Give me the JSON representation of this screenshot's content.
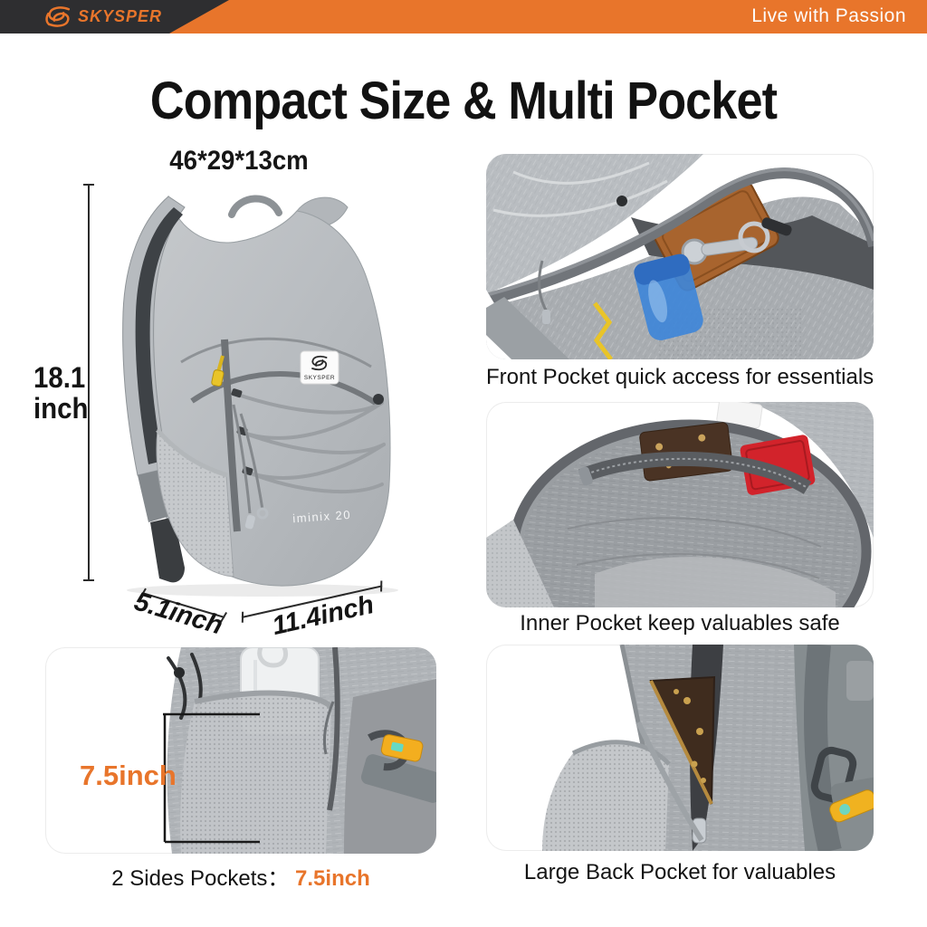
{
  "banner": {
    "brand": "SKYSPER",
    "tagline": "Live with Passion"
  },
  "title": "Compact Size & Multi Pocket",
  "product": {
    "size_cm": "46*29*13cm",
    "height_value": "18.1",
    "height_unit": "inch",
    "depth_label": "5.1inch",
    "width_label": "11.4inch",
    "label_brand": "SKYSPER",
    "model": "iminix 20"
  },
  "features": {
    "front_pocket": {
      "caption": "Front Pocket quick access for essentials"
    },
    "inner_pocket": {
      "caption": "Inner Pocket keep valuables safe"
    },
    "side_pockets": {
      "caption_prefix": "2 Sides Pockets：",
      "caption_value": "7.5inch",
      "annotation": "7.5inch"
    },
    "back_pocket": {
      "caption": "Large Back Pocket for valuables"
    }
  },
  "colors": {
    "accent_orange": "#E8752B",
    "banner_dark": "#2E2E30",
    "text_black": "#141414"
  }
}
